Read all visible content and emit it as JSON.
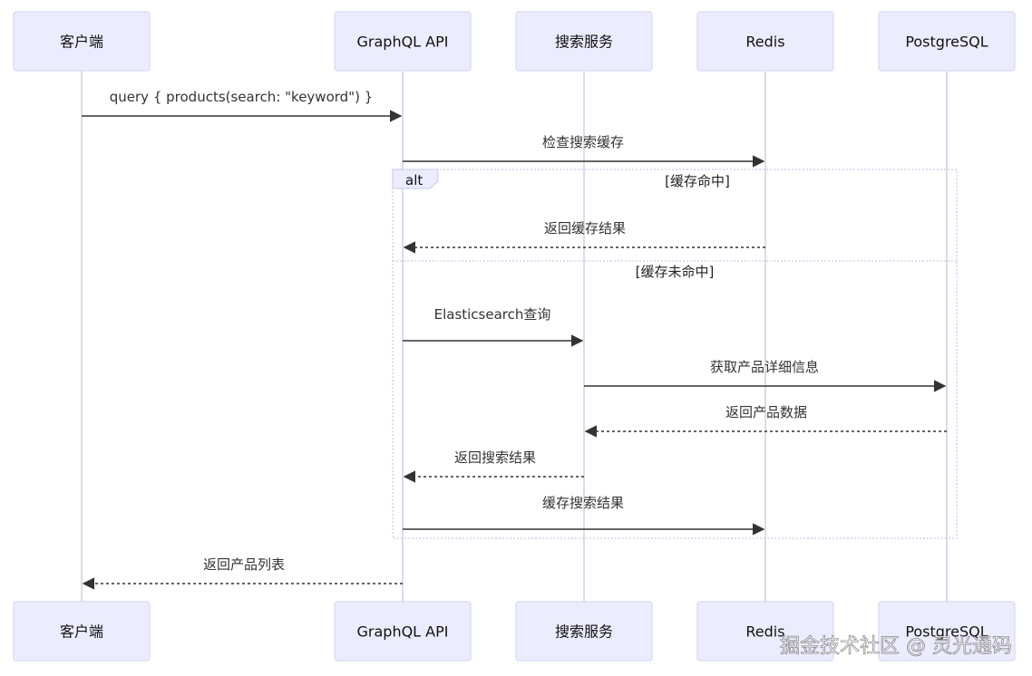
{
  "participants": [
    {
      "id": "client",
      "label": "客户端"
    },
    {
      "id": "graphql",
      "label": "GraphQL API"
    },
    {
      "id": "search",
      "label": "搜索服务"
    },
    {
      "id": "redis",
      "label": "Redis"
    },
    {
      "id": "postgres",
      "label": "PostgreSQL"
    }
  ],
  "messages": [
    {
      "from": "client",
      "to": "graphql",
      "text": "query { products(search: \"keyword\") }",
      "style": "solid"
    },
    {
      "from": "graphql",
      "to": "redis",
      "text": "检查搜索缓存",
      "style": "solid"
    },
    {
      "from": "redis",
      "to": "graphql",
      "text": "返回缓存结果",
      "style": "dashed"
    },
    {
      "from": "graphql",
      "to": "search",
      "text": "Elasticsearch查询",
      "style": "solid"
    },
    {
      "from": "search",
      "to": "postgres",
      "text": "获取产品详细信息",
      "style": "solid"
    },
    {
      "from": "postgres",
      "to": "search",
      "text": "返回产品数据",
      "style": "dashed"
    },
    {
      "from": "search",
      "to": "graphql",
      "text": "返回搜索结果",
      "style": "dashed"
    },
    {
      "from": "graphql",
      "to": "redis",
      "text": "缓存搜索结果",
      "style": "solid"
    },
    {
      "from": "graphql",
      "to": "client",
      "text": "返回产品列表",
      "style": "dashed"
    }
  ],
  "alt_block": {
    "label": "alt",
    "conditions": [
      "[缓存命中]",
      "[缓存未命中]"
    ]
  },
  "watermark": "掘金技术社区 @ 灵光通码",
  "colors": {
    "actor_fill": "#ECECFF",
    "actor_border": "#DDDDF5",
    "lifeline": "#CFCFE6",
    "message": "#333333"
  }
}
